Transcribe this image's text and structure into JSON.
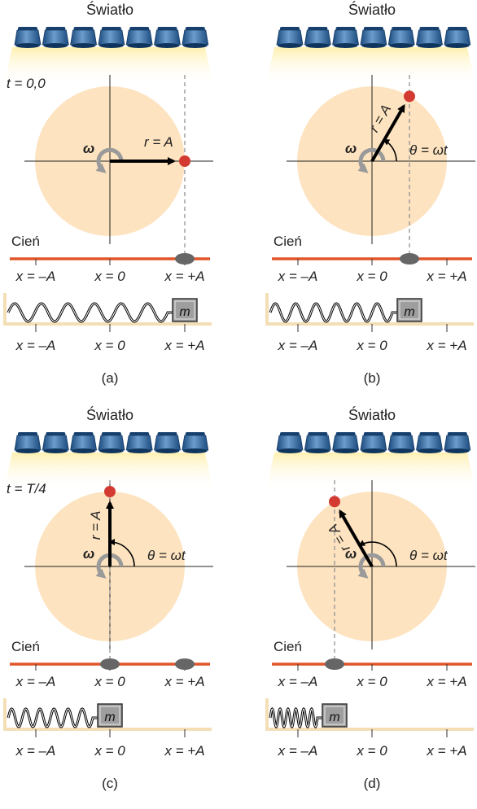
{
  "colors": {
    "disk": "#fde3bf",
    "beam": "#fff3c4",
    "lamp_dark": "#1e4f86",
    "lamp_light": "#5b8dc0",
    "shadow_line": "#e0562a",
    "shadow_blob": "#666666",
    "point": "#d33a31",
    "track": "#f3deb6",
    "axis": "#333333",
    "omega_arrow": "#9a9a9a",
    "mass_box": "#9e9e9e"
  },
  "icons": [
    "lamp-icon",
    "omega-rotation-icon",
    "spring-icon",
    "mass-block-icon"
  ],
  "panels": [
    {
      "light_label": "Światło",
      "time_label": "t = 0,0",
      "omega_label": "ω",
      "radius_label": "r = A",
      "theta_label": "",
      "shadow_label": "Cień",
      "shadow_ticks": [
        "x = –A",
        "x = 0",
        "x = +A"
      ],
      "spring_ticks": [
        "x = –A",
        "x = 0",
        "x = +A"
      ],
      "mass_label": "m",
      "caption": "(a)",
      "angle_deg": 0,
      "shadow_ghost": false,
      "compression": 0.0
    },
    {
      "light_label": "Światło",
      "time_label": "",
      "omega_label": "ω",
      "radius_label": "r = A",
      "theta_label": "θ = ωt",
      "shadow_label": "Cień",
      "shadow_ticks": [
        "x = –A",
        "x = 0",
        "x = +A"
      ],
      "spring_ticks": [
        "x = –A",
        "x = 0",
        "x = +A"
      ],
      "mass_label": "m",
      "caption": "(b)",
      "angle_deg": 60,
      "shadow_ghost": false,
      "compression": 0.5
    },
    {
      "light_label": "Światło",
      "time_label": "t = T/4",
      "omega_label": "ω",
      "radius_label": "r = A",
      "theta_label": "θ = ωt",
      "shadow_label": "Cień",
      "shadow_ticks": [
        "x = –A",
        "x = 0",
        "x = +A"
      ],
      "spring_ticks": [
        "x = –A",
        "x = 0",
        "x = +A"
      ],
      "mass_label": "m",
      "caption": "(c)",
      "angle_deg": 90,
      "shadow_ghost": true,
      "compression": 1.0
    },
    {
      "light_label": "Światło",
      "time_label": "",
      "omega_label": "ω",
      "radius_label": "r = A",
      "theta_label": "θ = ωt",
      "shadow_label": "Cień",
      "shadow_ticks": [
        "x = –A",
        "x = 0",
        "x = +A"
      ],
      "spring_ticks": [
        "x = –A",
        "x = 0",
        "x = +A"
      ],
      "mass_label": "m",
      "caption": "(d)",
      "angle_deg": 120,
      "shadow_ghost": false,
      "compression": 1.5
    }
  ]
}
